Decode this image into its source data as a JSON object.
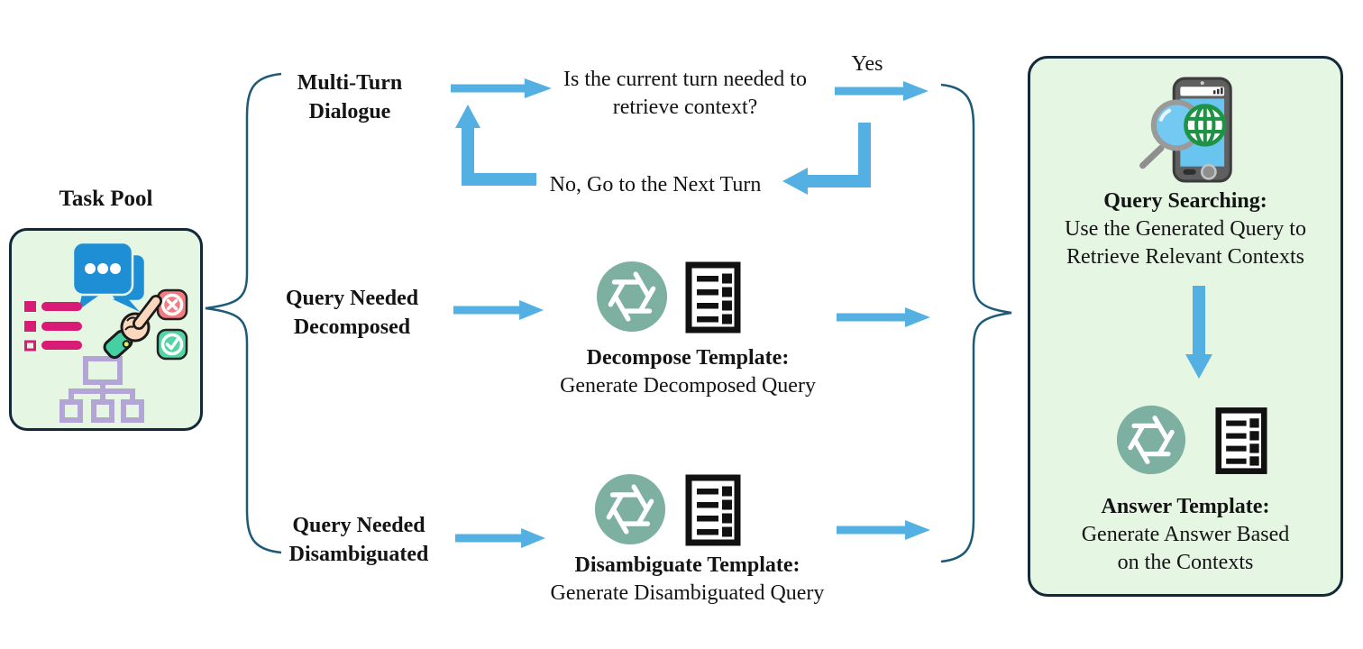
{
  "task_pool": {
    "title": "Task Pool"
  },
  "multi_turn": {
    "label1": "Multi-Turn",
    "label2": "Dialogue",
    "question1": "Is the current turn needed to",
    "question2": "retrieve context?",
    "yes": "Yes",
    "no": "No, Go to the Next Turn"
  },
  "decompose": {
    "label1": "Query Needed",
    "label2": "Decomposed",
    "title": "Decompose Template:",
    "subtitle": "Generate Decomposed Query"
  },
  "disambiguate": {
    "label1": "Query Needed",
    "label2": "Disambiguated",
    "title": "Disambiguate Template:",
    "subtitle": "Generate Disambiguated Query"
  },
  "output": {
    "search_title": "Query Searching:",
    "search_line1": "Use the Generated Query to",
    "search_line2": "Retrieve Relevant Contexts",
    "answer_title": "Answer Template:",
    "answer_line1": "Generate Answer Based",
    "answer_line2": "on the Contexts"
  },
  "icons": {
    "task_pool": [
      "chat-icon",
      "checklist-icon",
      "pointer-hand-icon",
      "dismiss-button-icon",
      "confirm-button-icon",
      "hierarchy-icon"
    ],
    "llm": "openai-icon",
    "template": "template-doc-icon",
    "search": "search-phone-icon"
  },
  "colors": {
    "arrow_blue": "#54b0e2",
    "brace_blue": "#1d5a78",
    "panel_fill": "#e5f6e3",
    "panel_border": "#13293a",
    "openai_green": "#7eb0a2",
    "chat_blue": "#1e8fd5",
    "list_magenta": "#d81b74",
    "tree_purple": "#b3a5d6",
    "x_red": "#f47c80",
    "check_green": "#54d5a6",
    "phone_screen_blue": "#6ac4f0",
    "globe_green": "#1f9345"
  }
}
